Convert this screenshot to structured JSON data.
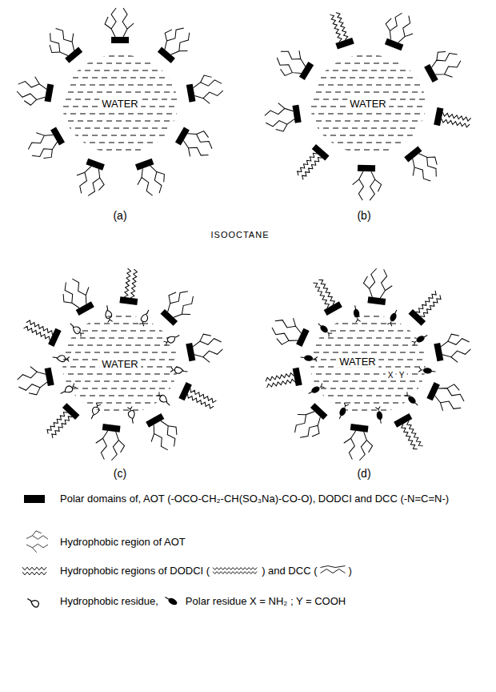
{
  "diagram": {
    "labels": [
      "WATER",
      "(a)",
      "WATER",
      "(b)",
      "ISOOCTANE",
      "WATER",
      "(c)",
      "WATER",
      "X",
      "Y",
      "(d)"
    ],
    "legend": [
      {
        "text": "Polar domains of, AOT (-OCO-CH₂-CH(SO₃Na)-CO-O), DODCI and DCC (-N=C=N-)",
        "color": "#000000"
      },
      {
        "text": "Hydrophobic region of AOT"
      },
      {
        "text": "Hydrophobic regions of DODCI (     ) and DCC (   )"
      },
      {
        "text": "Hydrophobic residue,"
      },
      {
        "text": "Polar residue X = NH₂ ; Y = COOH"
      }
    ]
  }
}
